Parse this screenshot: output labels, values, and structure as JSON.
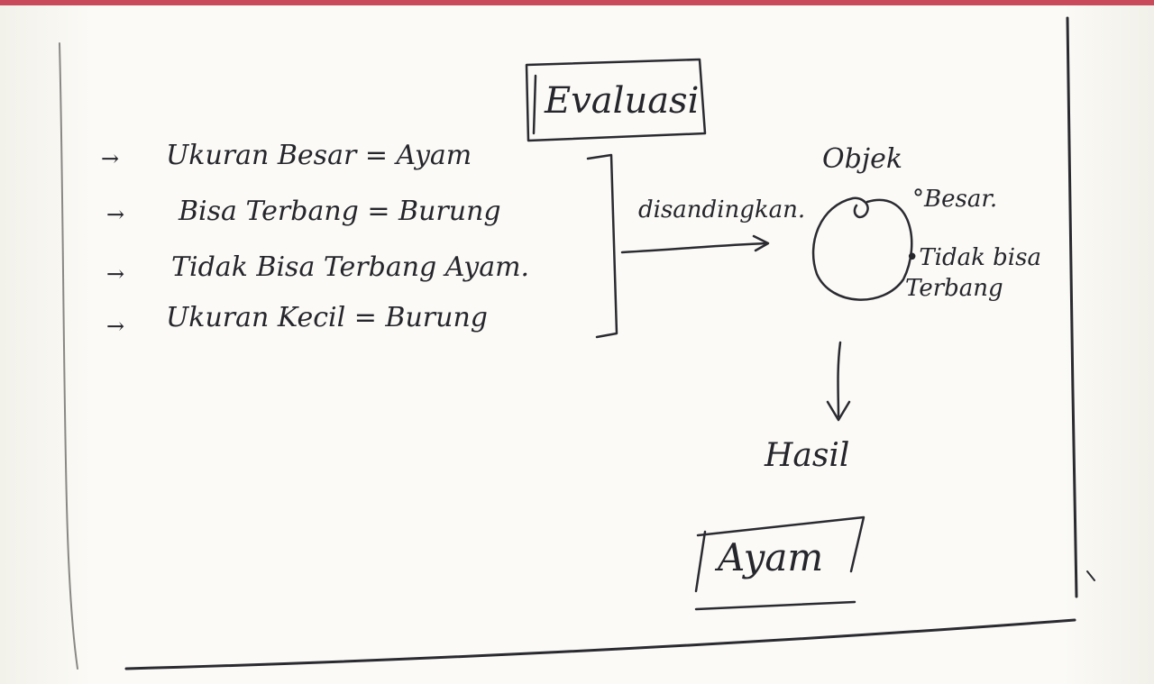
{
  "title": "Evaluasi",
  "rules": [
    {
      "bullet": "→",
      "text": "Ukuran Besar = Ayam"
    },
    {
      "bullet": "→",
      "text": "Bisa Terbang = Burung"
    },
    {
      "bullet": "→",
      "text": "Tidak Bisa Terbang Ayam."
    },
    {
      "bullet": "→",
      "text": "Ukuran Kecil = Burung"
    }
  ],
  "compare_label": "disandingkan.",
  "object": {
    "label": "Objek",
    "attributes": [
      "°Besar.",
      "•Tidak bisa Terbang"
    ]
  },
  "result": {
    "label": "Hasil",
    "value": "Ayam"
  }
}
